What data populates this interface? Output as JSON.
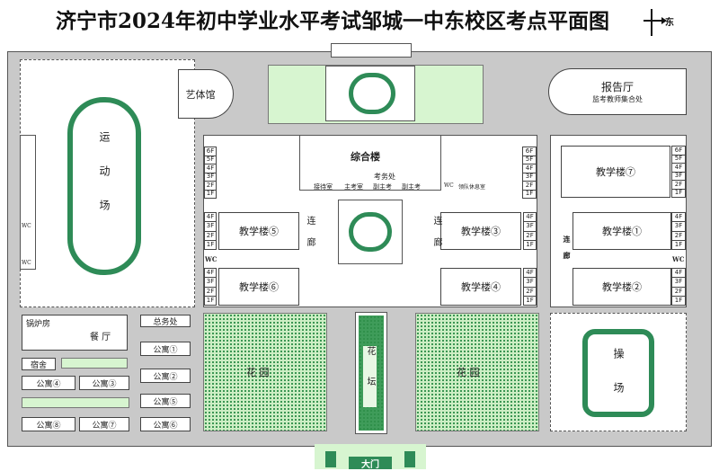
{
  "header": {
    "title": "济宁市2024年初中学业水平考试邹城一中东校区考点平面图",
    "east_label": "东"
  },
  "labels": {
    "track_left": "运动场",
    "gym": "艺体馆",
    "hall": "报告厅",
    "hall_sub": "监考教师集合处",
    "zonghe": "综合楼",
    "kaowu": "考务处",
    "jiedai": "接待室",
    "zhuzhu1": "主考室",
    "fuzhu1": "副主考",
    "fuzhu2": "副主考",
    "wc": "WC",
    "lingdui": "领队休息室",
    "bld5": "教学楼⑤",
    "bld6": "教学楼⑥",
    "bld3": "教学楼③",
    "bld4": "教学楼④",
    "bld7": "教学楼⑦",
    "bld1": "教学楼①",
    "bld2": "教学楼②",
    "corridor": "连廊",
    "boiler": "锅炉房",
    "canteen": "餐 厅",
    "dorm": "宿舍",
    "apt4": "公寓④",
    "apt3": "公寓③",
    "apt8": "公寓⑧",
    "apt7": "公寓⑦",
    "general_affairs": "总务处",
    "apt1": "公寓①",
    "apt2": "公寓②",
    "apt5": "公寓⑤",
    "apt6": "公寓⑥",
    "garden": "花 园",
    "flowerbed": "花坛",
    "playground": "操场",
    "gate": "大门"
  },
  "floors": {
    "six": [
      "6F",
      "5F",
      "4F",
      "3F",
      "2F",
      "1F"
    ],
    "four": [
      "4F",
      "3F",
      "2F",
      "1F"
    ],
    "wc_v": "WC"
  },
  "colors": {
    "track": "#2e8b57",
    "lawn": "#d7f5d0",
    "road": "#c9c9c9"
  }
}
